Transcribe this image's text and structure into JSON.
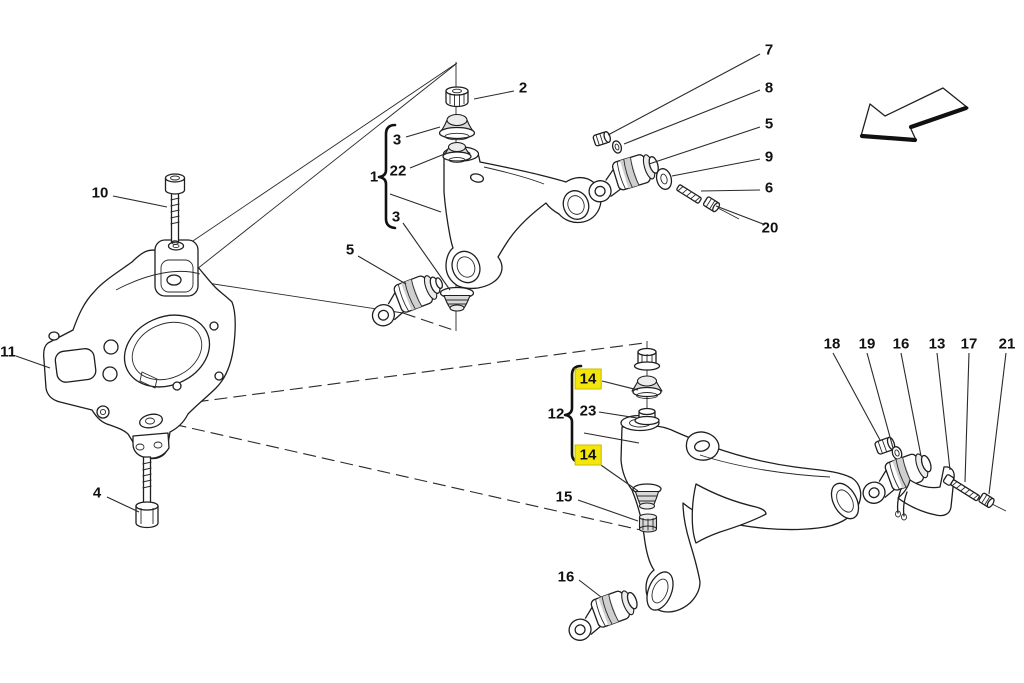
{
  "colors": {
    "background": "#ffffff",
    "line": "#1f1f1f",
    "highlight": "#f4e60a",
    "label_text": "#111111"
  },
  "icons": [
    {
      "name": "direction-arrow-icon",
      "meaning": "outline arrow pointing to lower-left (vehicle front direction)"
    }
  ],
  "labels": [
    {
      "text": "2",
      "highlighted": false
    },
    {
      "text": "3",
      "highlighted": false
    },
    {
      "text": "22",
      "highlighted": false
    },
    {
      "text": "1",
      "highlighted": false
    },
    {
      "text": "3",
      "highlighted": false
    },
    {
      "text": "5",
      "highlighted": false
    },
    {
      "text": "7",
      "highlighted": false
    },
    {
      "text": "8",
      "highlighted": false
    },
    {
      "text": "5",
      "highlighted": false
    },
    {
      "text": "9",
      "highlighted": false
    },
    {
      "text": "6",
      "highlighted": false
    },
    {
      "text": "20",
      "highlighted": false
    },
    {
      "text": "10",
      "highlighted": false
    },
    {
      "text": "11",
      "highlighted": false
    },
    {
      "text": "4",
      "highlighted": false
    },
    {
      "text": "14",
      "highlighted": true
    },
    {
      "text": "23",
      "highlighted": false
    },
    {
      "text": "12",
      "highlighted": false
    },
    {
      "text": "14",
      "highlighted": true
    },
    {
      "text": "15",
      "highlighted": false
    },
    {
      "text": "16",
      "highlighted": false
    },
    {
      "text": "18",
      "highlighted": false
    },
    {
      "text": "19",
      "highlighted": false
    },
    {
      "text": "16",
      "highlighted": false
    },
    {
      "text": "13",
      "highlighted": false
    },
    {
      "text": "17",
      "highlighted": false
    },
    {
      "text": "21",
      "highlighted": false
    }
  ]
}
